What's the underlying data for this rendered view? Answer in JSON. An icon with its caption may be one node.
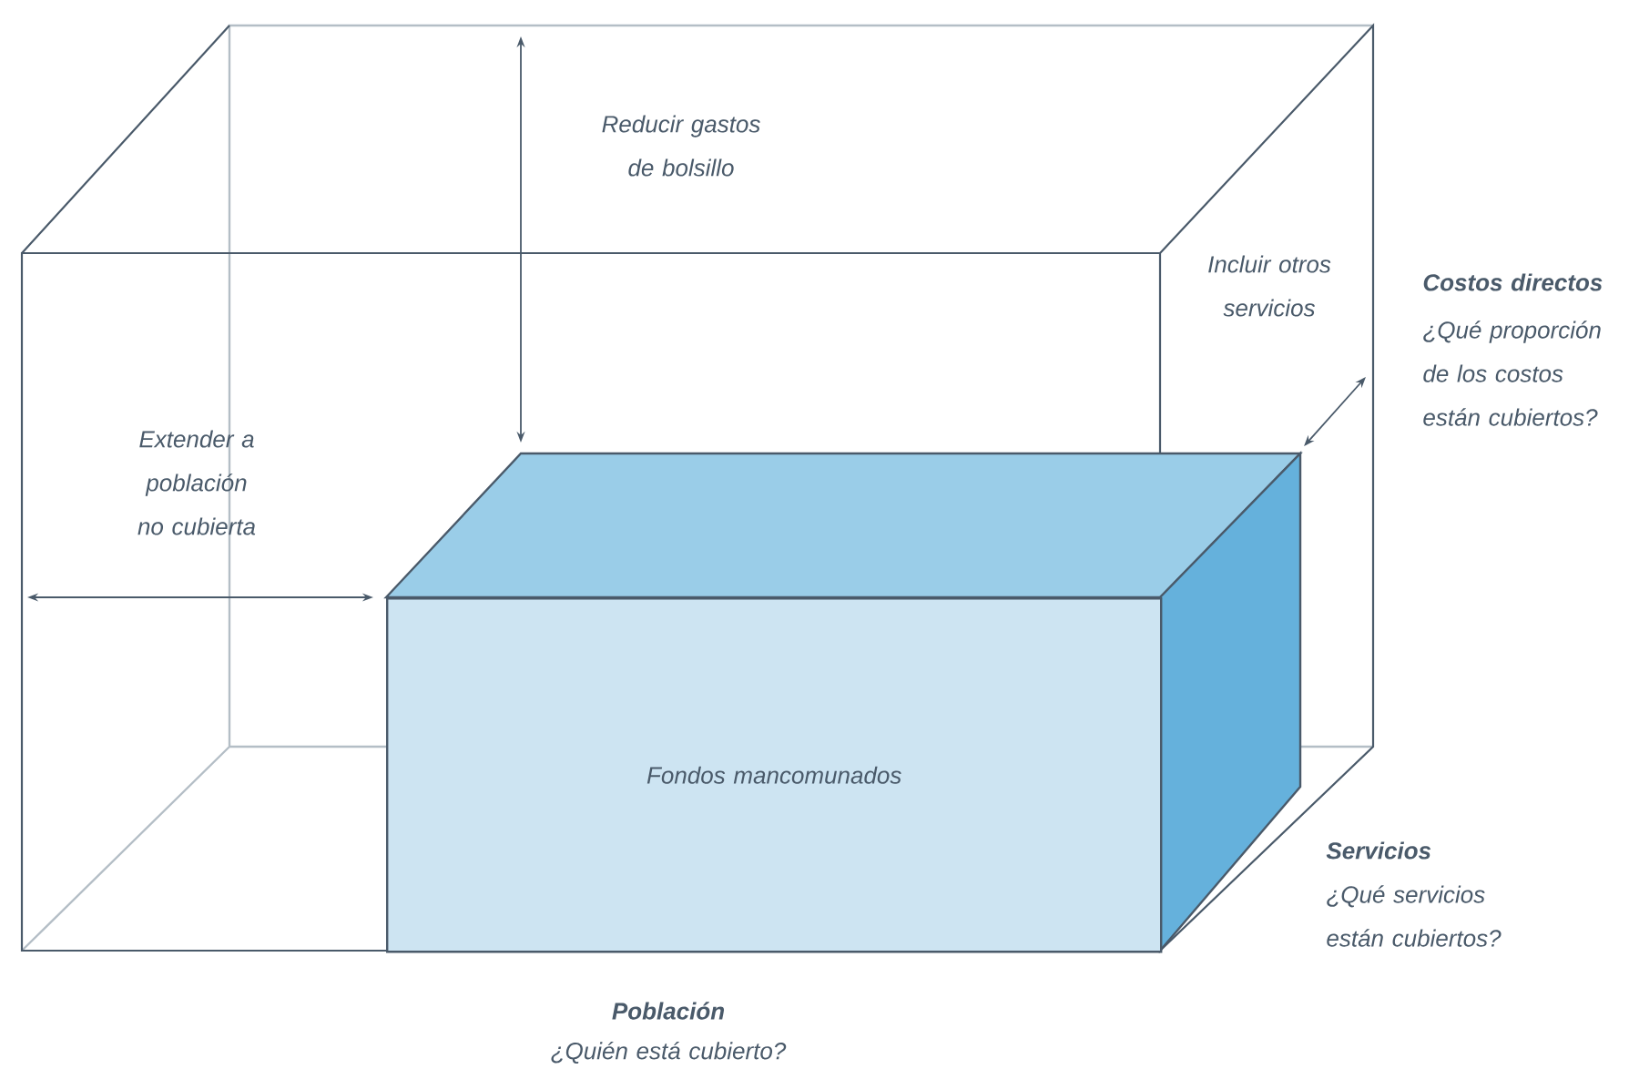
{
  "diagram": {
    "nodes": [
      {
        "text": [
          "Fondos mancomunados"
        ]
      }
    ],
    "labels": [
      "Reducir gastos de bolsillo",
      "Incluir otros servicios",
      "Costos directos",
      "¿Qué proporción de los costos están cubiertos?",
      "Extender a población no cubierta",
      "Servicios",
      "¿Qué servicios están cubiertos?",
      "Población",
      "¿Quién está cubierto?"
    ]
  }
}
